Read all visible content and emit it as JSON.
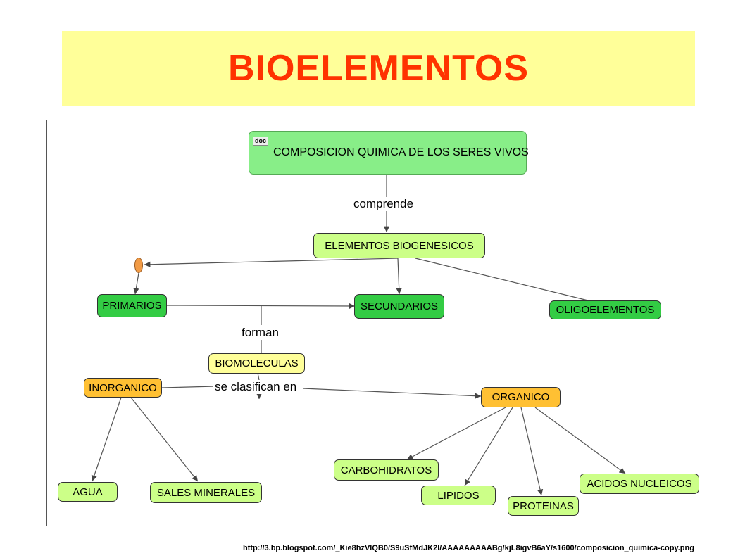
{
  "title": "BIOELEMENTOS",
  "concept_map": {
    "root": {
      "badge": "doc",
      "label": "COMPOSICION QUIMICA DE LOS SERES VIVOS"
    },
    "link_labels": {
      "comprende": "comprende",
      "forman": "forman",
      "se_clasifican_en": "se clasifican en"
    },
    "nodes": {
      "elementos_biogenesicos": "ELEMENTOS BIOGENESICOS",
      "primarios": "PRIMARIOS",
      "secundarios": "SECUNDARIOS",
      "oligoelementos": "OLIGOELEMENTOS",
      "biomoleculas": "BIOMOLECULAS",
      "inorganico": "INORGANICO",
      "organico": "ORGANICO",
      "agua": "AGUA",
      "sales_minerales": "SALES MINERALES",
      "carbohidratos": "CARBOHIDRATOS",
      "lipidos": "LIPIDOS",
      "proteinas": "PROTEINAS",
      "acidos_nucleicos": "ACIDOS NUCLEICOS"
    },
    "colors": {
      "title_text": "#ff3300",
      "title_banner": "#ffff99",
      "root_fill": "#88ee88",
      "light_green": "#ccff88",
      "dark_green": "#33cc44",
      "light_yellow": "#ffff99",
      "orange": "#ffc033",
      "oval": "#f29b45"
    }
  },
  "source_url": "http://3.bp.blogspot.com/_Kie8hzVlQB0/S9uSfMdJK2I/AAAAAAAAABg/kjL8igvB6aY/s1600/composicion_quimica-copy.png"
}
